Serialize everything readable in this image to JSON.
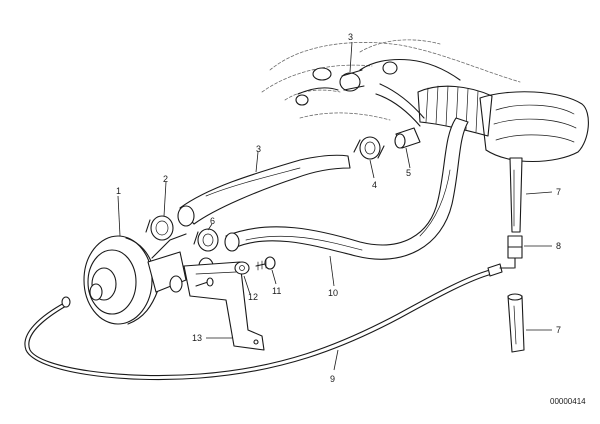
{
  "callouts": {
    "c1": "1",
    "c2": "2",
    "c3a": "3",
    "c3b": "3",
    "c4": "4",
    "c5": "5",
    "c6": "6",
    "c7a": "7",
    "c7b": "7",
    "c8": "8",
    "c9": "9",
    "c10": "10",
    "c11": "11",
    "c12": "12",
    "c13": "13"
  },
  "document_number": "00000414"
}
